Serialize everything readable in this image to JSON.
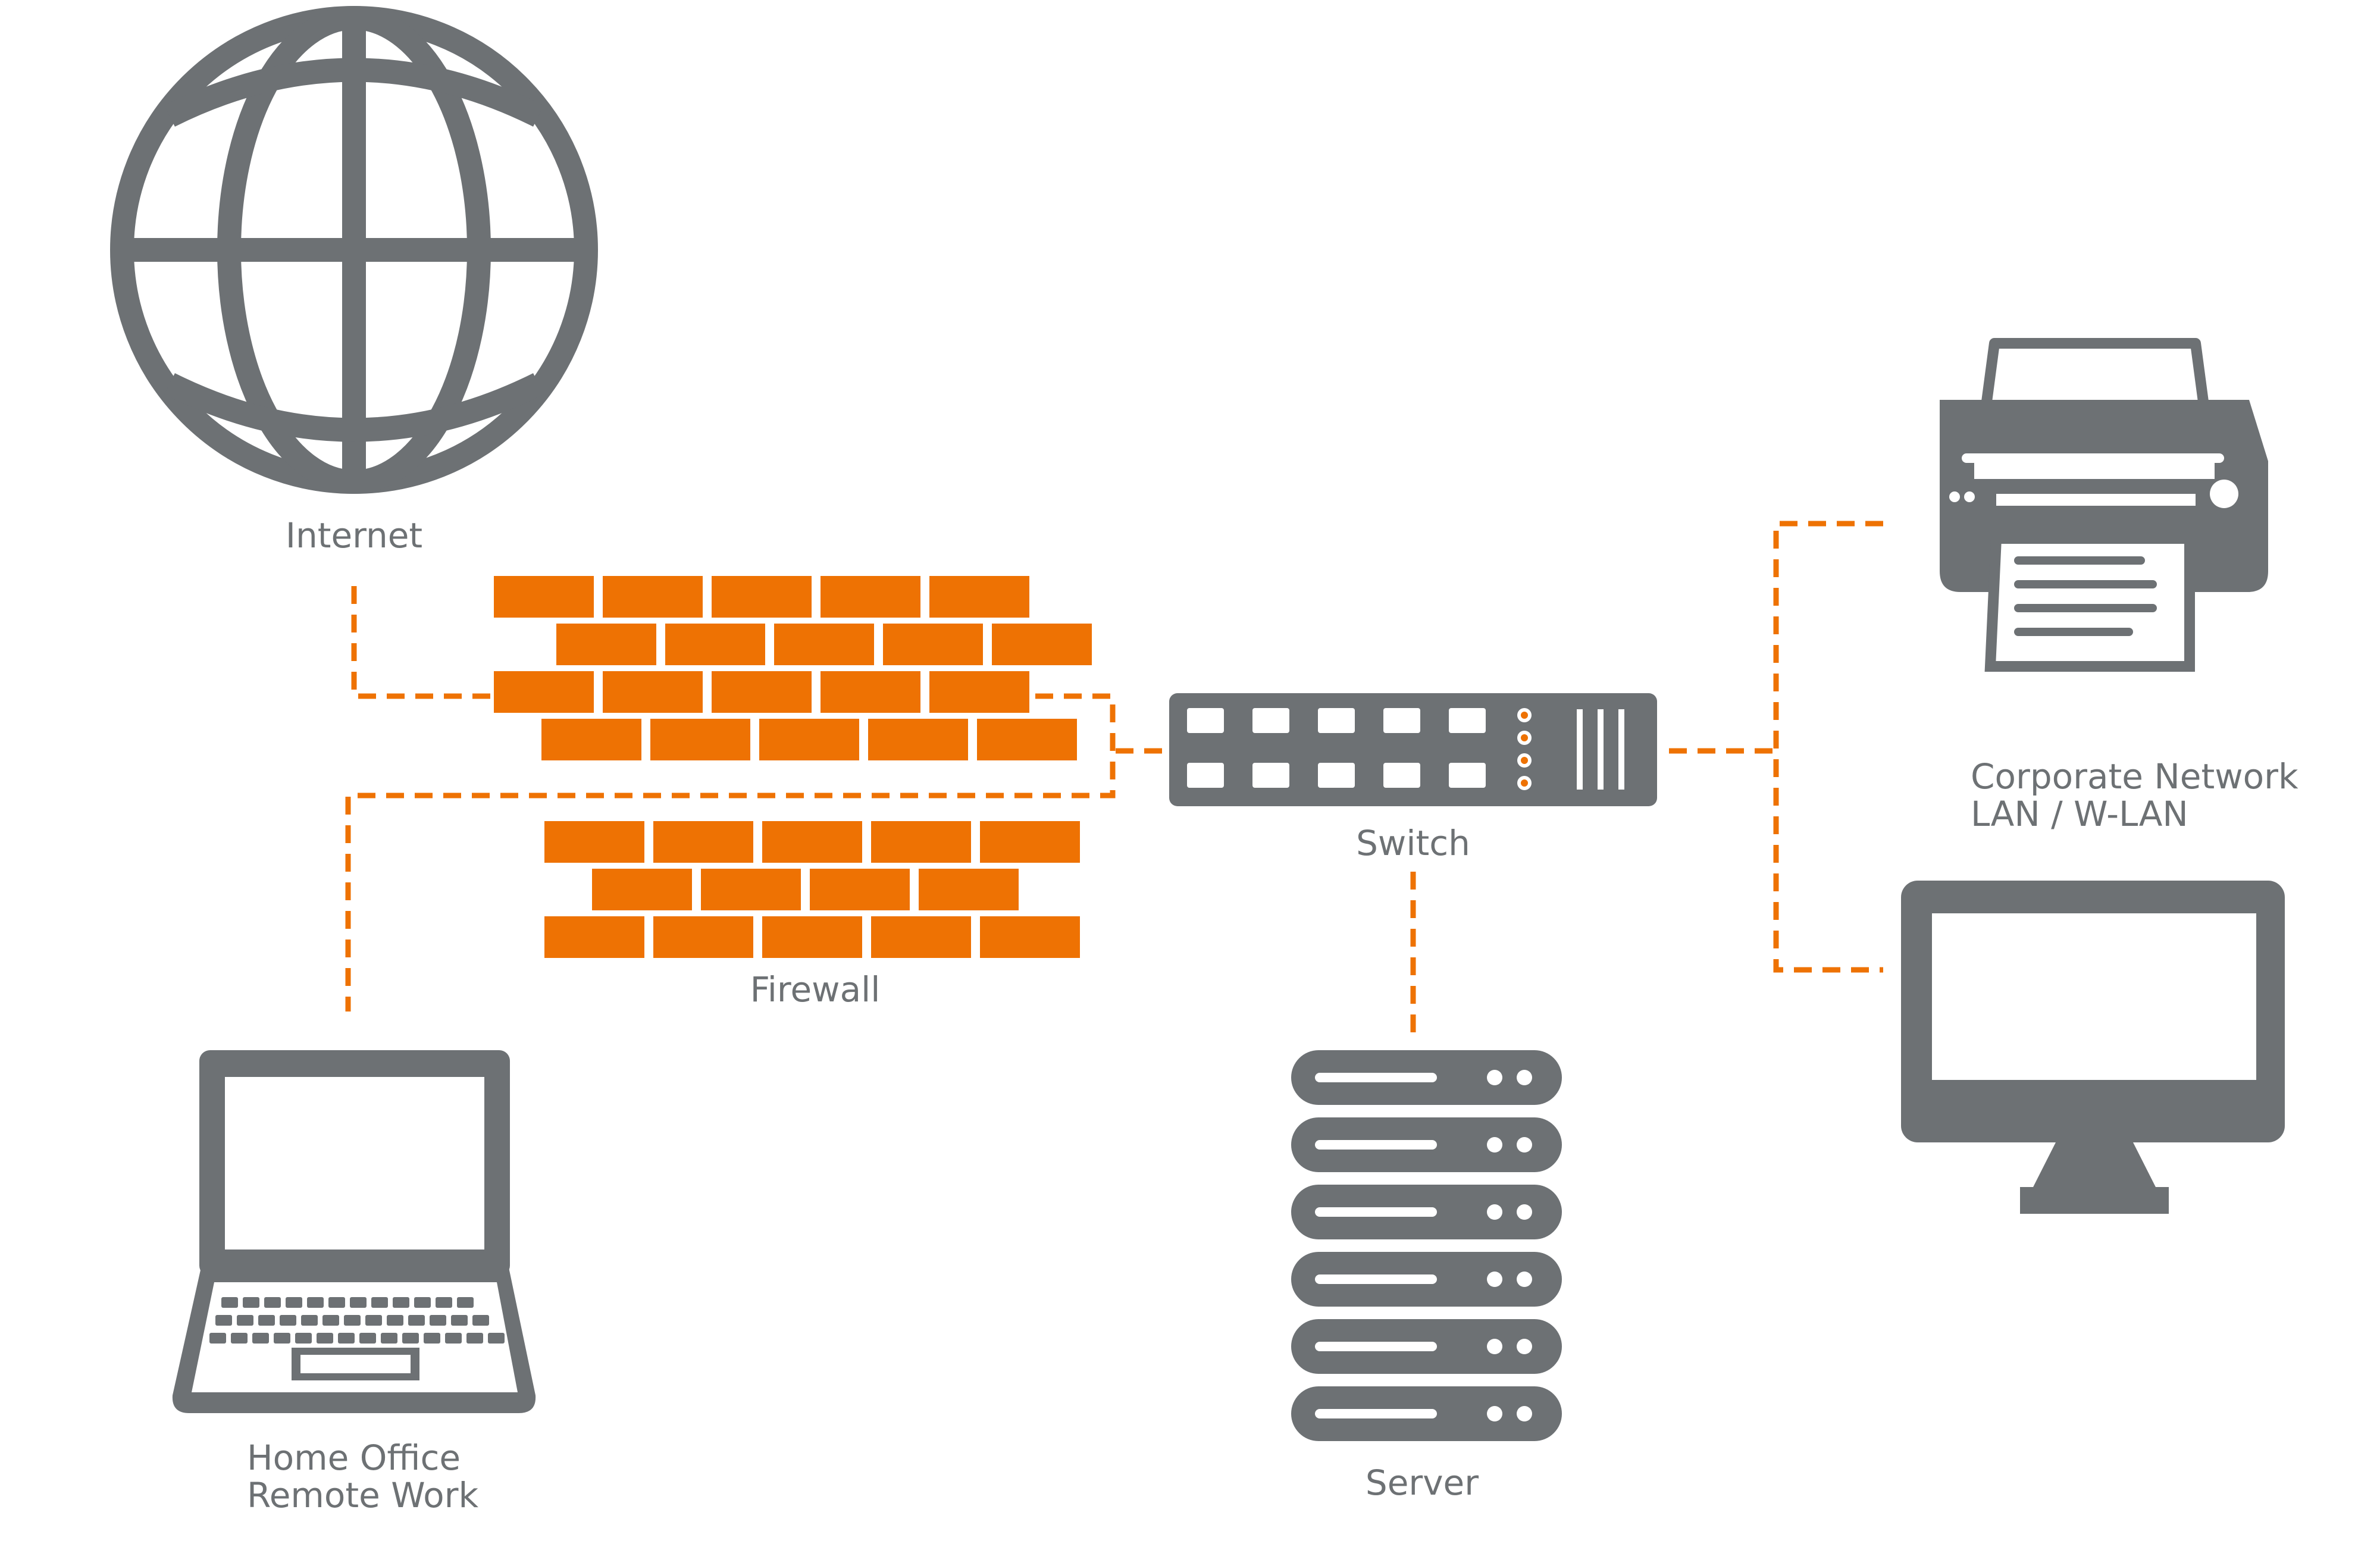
{
  "colors": {
    "icon_gray": "#6d7174",
    "brick_orange": "#ee7203",
    "connector_orange": "#ee7203",
    "background": "#ffffff"
  },
  "nodes": {
    "internet": {
      "label": "Internet",
      "icon": "globe-icon"
    },
    "firewall": {
      "label": "Firewall",
      "icon": "brick-wall-icon"
    },
    "switch": {
      "label": "Switch",
      "icon": "network-switch-icon"
    },
    "server": {
      "label": "Server",
      "icon": "server-rack-icon"
    },
    "corporate": {
      "label_line1": "Corporate Network",
      "label_line2": "LAN / W-LAN",
      "icons": [
        "printer-icon",
        "monitor-icon"
      ]
    },
    "home_office": {
      "label_line1": "Home Office",
      "label_line2": "Remote Work",
      "icon": "laptop-icon"
    }
  },
  "connections": [
    {
      "from": "internet",
      "to": "switch",
      "via": "firewall",
      "style": "dashed"
    },
    {
      "from": "home_office",
      "to": "switch",
      "via": "firewall",
      "style": "dashed"
    },
    {
      "from": "switch",
      "to": "server",
      "style": "dashed"
    },
    {
      "from": "switch",
      "to": "printer",
      "style": "dashed"
    },
    {
      "from": "switch",
      "to": "monitor",
      "style": "dashed"
    }
  ]
}
